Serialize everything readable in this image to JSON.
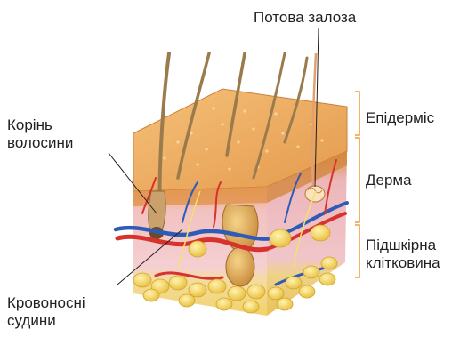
{
  "labels": {
    "sweat_gland": "Потова залоза",
    "hair_root": [
      "Корінь",
      "волосини"
    ],
    "epidermis": "Епідерміс",
    "dermis": "Дерма",
    "subcutaneous": [
      "Підшкірна",
      "клітковина"
    ],
    "blood_vessels": [
      "Кровоносні",
      "судини"
    ]
  },
  "colors": {
    "bracket": "#f29a38",
    "leader_line": "#231f20",
    "epidermis": "#e8a45c",
    "dermis": "#f3c6c9",
    "fat": "#f2d26a",
    "artery": "#d7322b",
    "vein": "#2f5bb7",
    "hair": "#9b7a4c"
  }
}
